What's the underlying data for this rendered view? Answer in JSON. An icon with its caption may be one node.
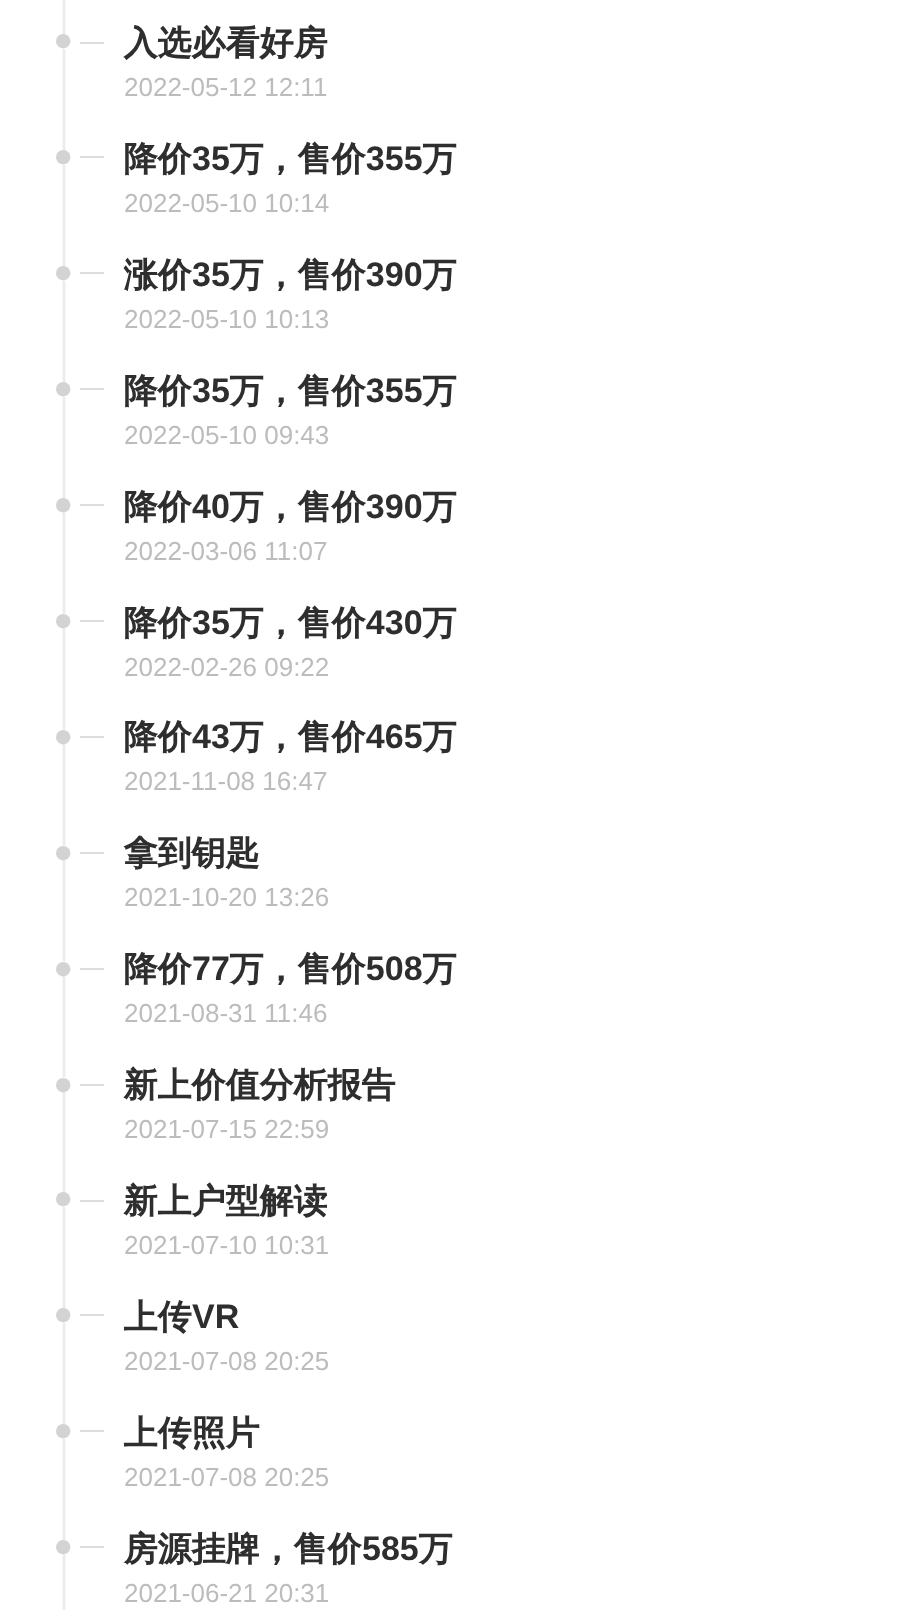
{
  "diagram": {
    "nodes": [
      {
        "text": [],
        "shape": "circle",
        "beside": [
          "入选必看好房",
          "2022-05-12 12:11"
        ]
      },
      {
        "text": [],
        "shape": "circle",
        "beside": [
          "降价35万，售价355万",
          "2022-05-10 10:14"
        ]
      },
      {
        "text": [],
        "shape": "circle",
        "beside": [
          "涨价35万，售价390万",
          "2022-05-10 10:13"
        ]
      },
      {
        "text": [],
        "shape": "circle",
        "beside": [
          "降价35万，售价355万",
          "2022-05-10 09:43"
        ]
      },
      {
        "text": [],
        "shape": "circle",
        "beside": [
          "降价40万，售价390万",
          "2022-03-06 11:07"
        ]
      },
      {
        "text": [],
        "shape": "circle",
        "beside": [
          "降价35万，售价430万",
          "2022-02-26 09:22"
        ]
      },
      {
        "text": [],
        "shape": "circle",
        "beside": [
          "降价43万，售价465万",
          "2021-11-08 16:47"
        ]
      },
      {
        "text": [],
        "shape": "circle",
        "beside": [
          "拿到钥匙",
          "2021-10-20 13:26"
        ]
      },
      {
        "text": [],
        "shape": "circle",
        "beside": [
          "降价77万，售价508万",
          "2021-08-31 11:46"
        ]
      },
      {
        "text": [],
        "shape": "circle",
        "beside": [
          "新上价值分析报告",
          "2021-07-15 22:59"
        ]
      },
      {
        "text": [],
        "shape": "circle",
        "beside": [
          "新上户型解读",
          "2021-07-10 10:31"
        ]
      },
      {
        "text": [],
        "shape": "circle",
        "beside": [
          "上传VR",
          "2021-07-08 20:25"
        ]
      },
      {
        "text": [],
        "shape": "circle",
        "beside": [
          "上传照片",
          "2021-07-08 20:25"
        ]
      },
      {
        "text": [],
        "shape": "circle",
        "beside": [
          "房源挂牌，售价585万",
          "2021-06-21 20:31"
        ]
      }
    ],
    "edges": [
      {
        "from": null,
        "to": 0,
        "arrow": "none"
      },
      {
        "from": 0,
        "to": 1,
        "arrow": "none"
      },
      {
        "from": 1,
        "to": 2,
        "arrow": "none"
      },
      {
        "from": 2,
        "to": 3,
        "arrow": "none"
      },
      {
        "from": 3,
        "to": 4,
        "arrow": "none"
      },
      {
        "from": 4,
        "to": 5,
        "arrow": "none"
      },
      {
        "from": 5,
        "to": 6,
        "arrow": "none"
      },
      {
        "from": 6,
        "to": 7,
        "arrow": "none"
      },
      {
        "from": 7,
        "to": 8,
        "arrow": "none"
      },
      {
        "from": 8,
        "to": 9,
        "arrow": "none"
      },
      {
        "from": 9,
        "to": 10,
        "arrow": "none"
      },
      {
        "from": 10,
        "to": 11,
        "arrow": "none"
      },
      {
        "from": 11,
        "to": 12,
        "arrow": "none"
      },
      {
        "from": 12,
        "to": 13,
        "arrow": "none"
      },
      {
        "from": 13,
        "to": null,
        "arrow": "none"
      }
    ]
  }
}
